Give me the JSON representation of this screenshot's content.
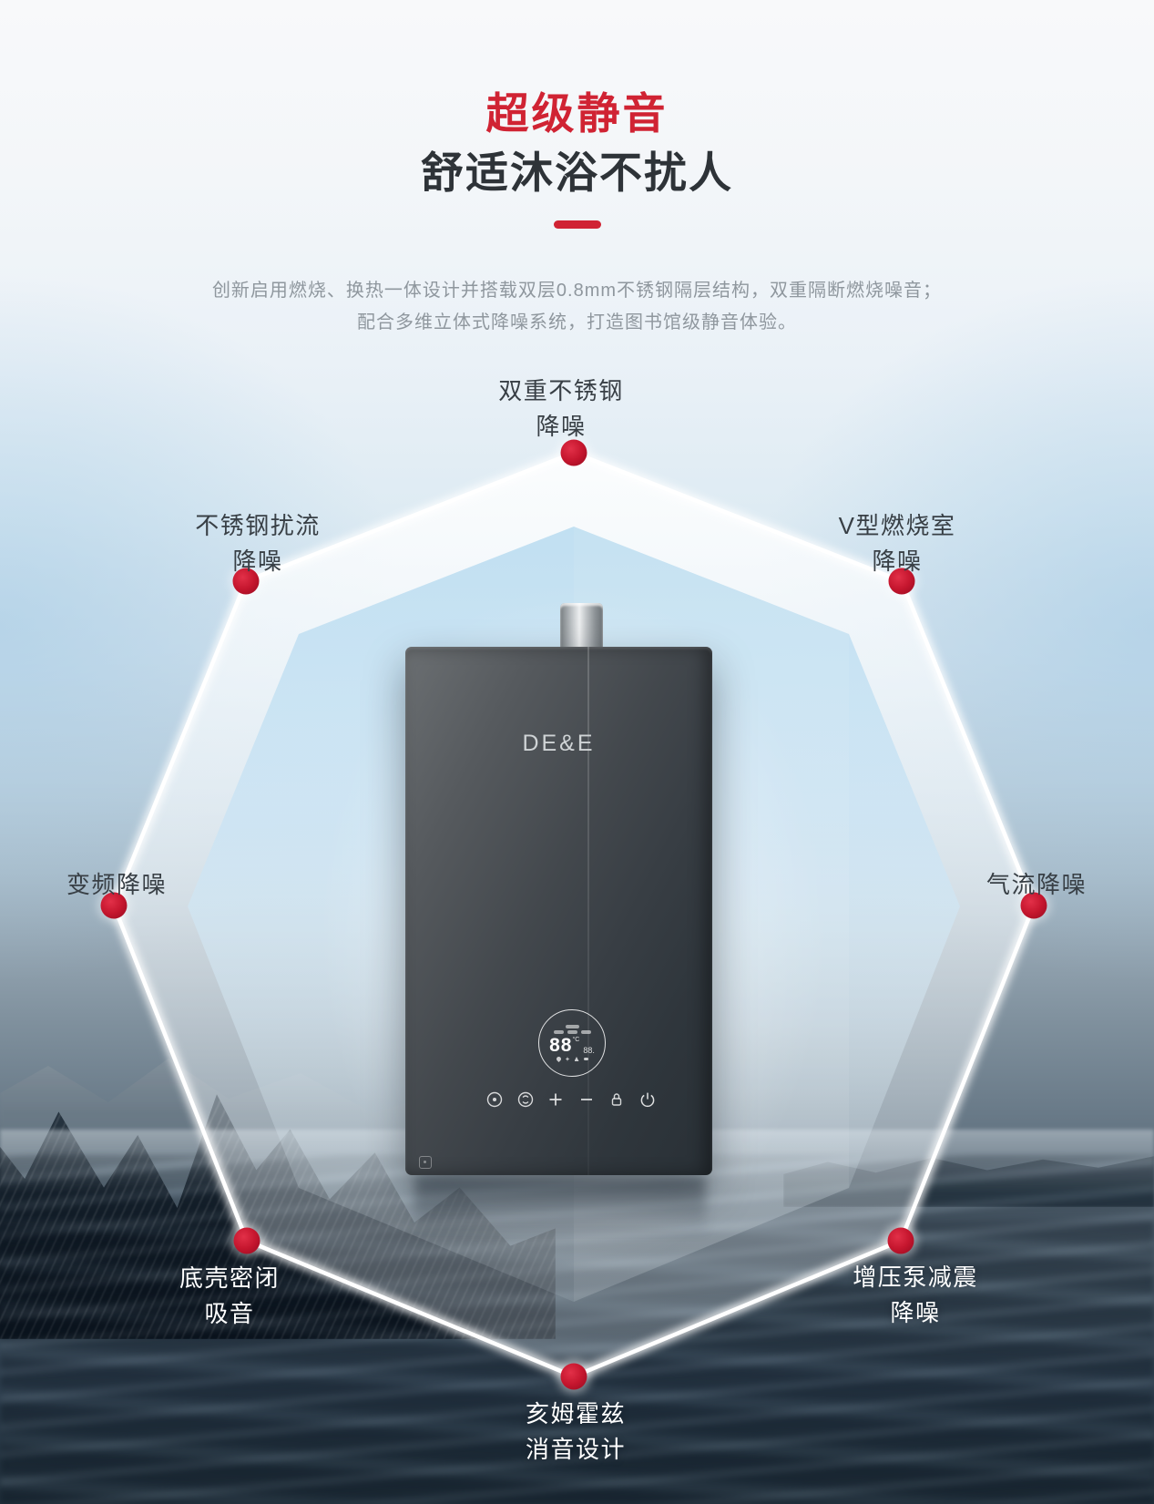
{
  "header": {
    "title": "超级静音",
    "subtitle": "舒适沐浴不扰人",
    "description_line1": "创新启用燃烧、换热一体设计并搭载双层0.8mm不锈钢隔层结构，双重隔断燃烧噪音；",
    "description_line2": "配合多维立体式降噪系统，打造图书馆级静音体验。"
  },
  "features": {
    "top": {
      "line1": "双重不锈钢",
      "line2": "降噪"
    },
    "upper_left": {
      "line1": "不锈钢扰流",
      "line2": "降噪"
    },
    "upper_right": {
      "line1": "V型燃烧室",
      "line2": "降噪"
    },
    "left": {
      "line1": "变频降噪",
      "line2": ""
    },
    "right": {
      "line1": "气流降噪",
      "line2": ""
    },
    "lower_left": {
      "line1": "底壳密闭",
      "line2": "吸音"
    },
    "lower_right": {
      "line1": "增压泵减震",
      "line2": "降噪"
    },
    "bottom": {
      "line1": "亥姆霍兹",
      "line2": "消音设计"
    }
  },
  "product": {
    "brand": "DE&E",
    "display": {
      "temperature": "88",
      "unit": "°C",
      "secondary_value": "88.",
      "status_icons": [
        "water-drop",
        "fan",
        "flame",
        "spray"
      ]
    },
    "control_icons": [
      "shower-mode",
      "recirculation",
      "plus",
      "minus",
      "child-lock",
      "power"
    ]
  },
  "colors": {
    "accent_red": "#d02333",
    "dot_red": "#c5162e",
    "label_dark": "#383f45",
    "label_light": "#ffffff",
    "description_gray": "#8f979e",
    "octagon_fill_blue": "#bedef1"
  }
}
